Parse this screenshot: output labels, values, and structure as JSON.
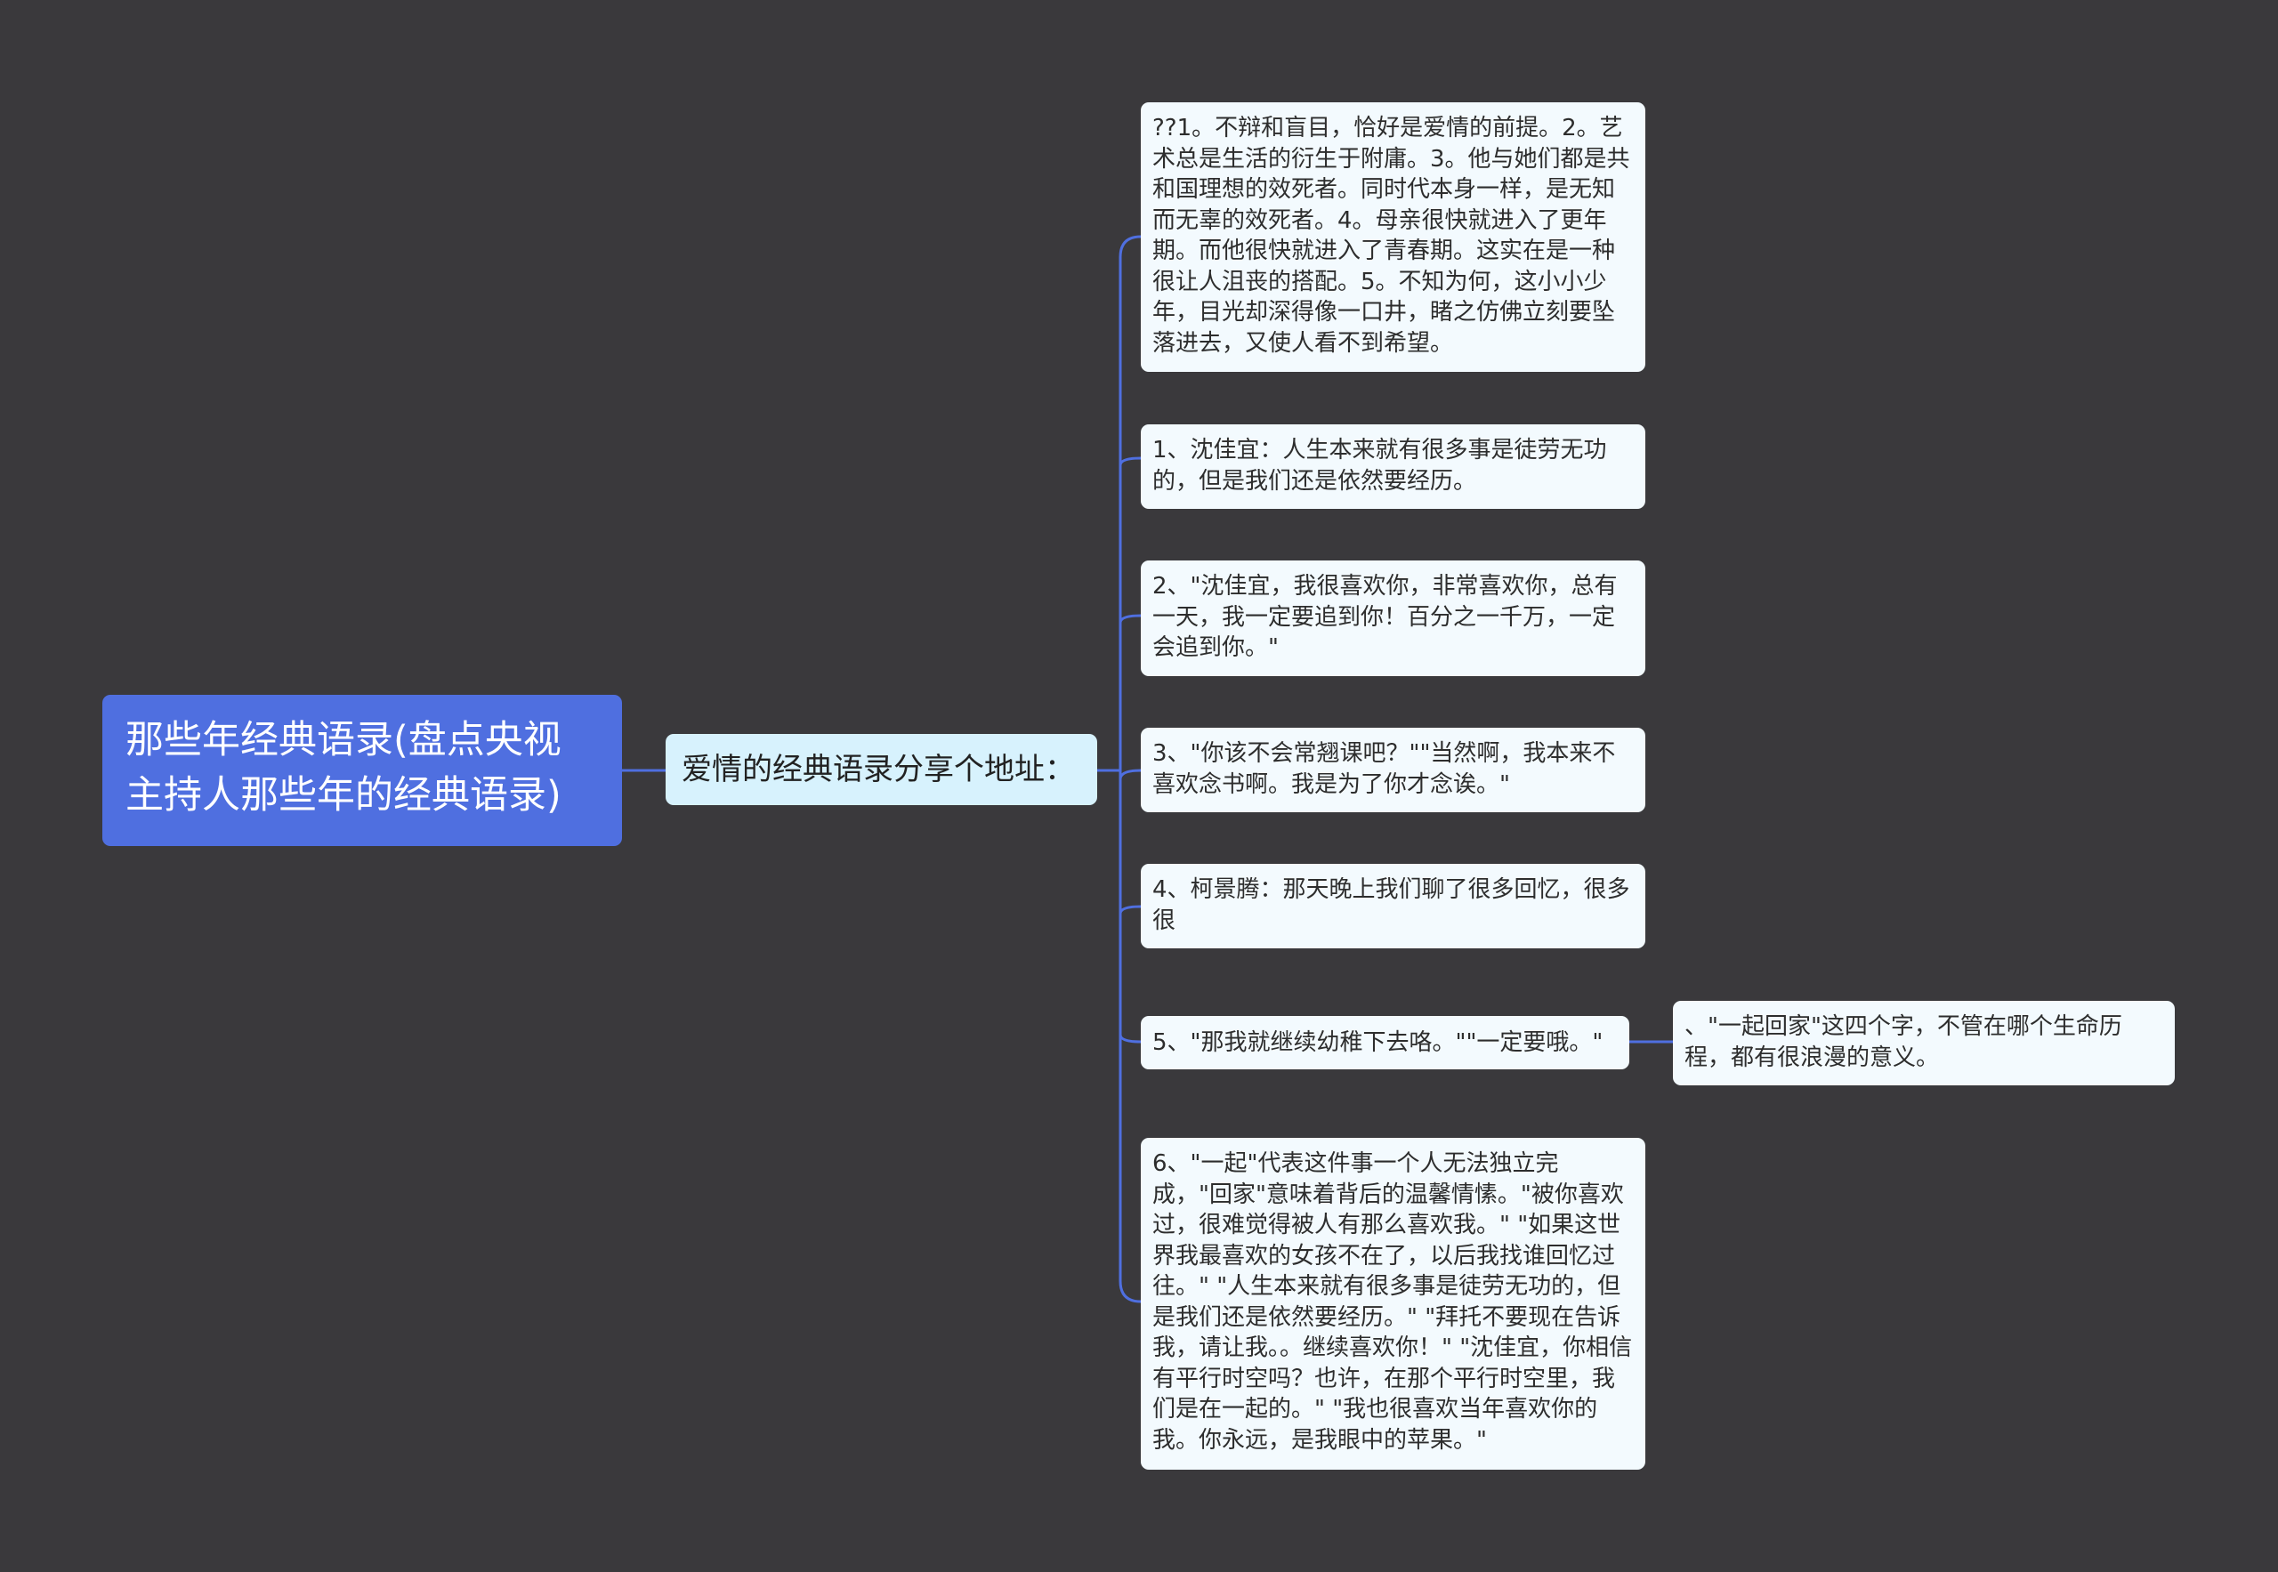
{
  "root": {
    "title": "那些年经典语录(盘点央视主持人那些年的经典语录)"
  },
  "branch": {
    "title": "爱情的经典语录分享个地址："
  },
  "leaves": [
    {
      "text": "??1。不辩和盲目，恰好是爱情的前提。2。艺术总是生活的衍生于附庸。3。他与她们都是共和国理想的效死者。同时代本身一样，是无知而无辜的效死者。4。母亲很快就进入了更年期。而他很快就进入了青春期。这实在是一种很让人沮丧的搭配。5。不知为何，这小小少年，目光却深得像一口井，睹之仿佛立刻要坠落进去，又使人看不到希望。"
    },
    {
      "text": "1、沈佳宜：人生本来就有很多事是徒劳无功的，但是我们还是依然要经历。"
    },
    {
      "text": "2、\"沈佳宜，我很喜欢你，非常喜欢你，总有一天，我一定要追到你！百分之一千万，一定会追到你。\""
    },
    {
      "text": "3、\"你该不会常翘课吧？\"\"当然啊，我本来不喜欢念书啊。我是为了你才念诶。\""
    },
    {
      "text": "4、柯景腾：那天晚上我们聊了很多回忆，很多很"
    },
    {
      "text": "5、\"那我就继续幼稚下去咯。\"\"一定要哦。\""
    },
    {
      "text": "6、\"一起\"代表这件事一个人无法独立完成，\"回家\"意味着背后的温馨情愫。\"被你喜欢过，很难觉得被人有那么喜欢我。\" \"如果这世界我最喜欢的女孩不在了，以后我找谁回忆过往。\" \"人生本来就有很多事是徒劳无功的，但是我们还是依然要经历。\" \"拜托不要现在告诉我，请让我。。继续喜欢你！\" \"沈佳宜，你相信有平行时空吗？也许，在那个平行时空里，我们是在一起的。\" \"我也很喜欢当年喜欢你的我。你永远，是我眼中的苹果。\""
    }
  ],
  "sub_leaf": {
    "text": "、\"一起回家\"这四个字，不管在哪个生命历程，都有很浪漫的意义。"
  },
  "colors": {
    "background": "#3a393c",
    "connector": "#4f6fe0",
    "root_fill": "#4f6fe0",
    "branch_fill": "#d7f2fd",
    "leaf_fill": "#f3fafe"
  }
}
